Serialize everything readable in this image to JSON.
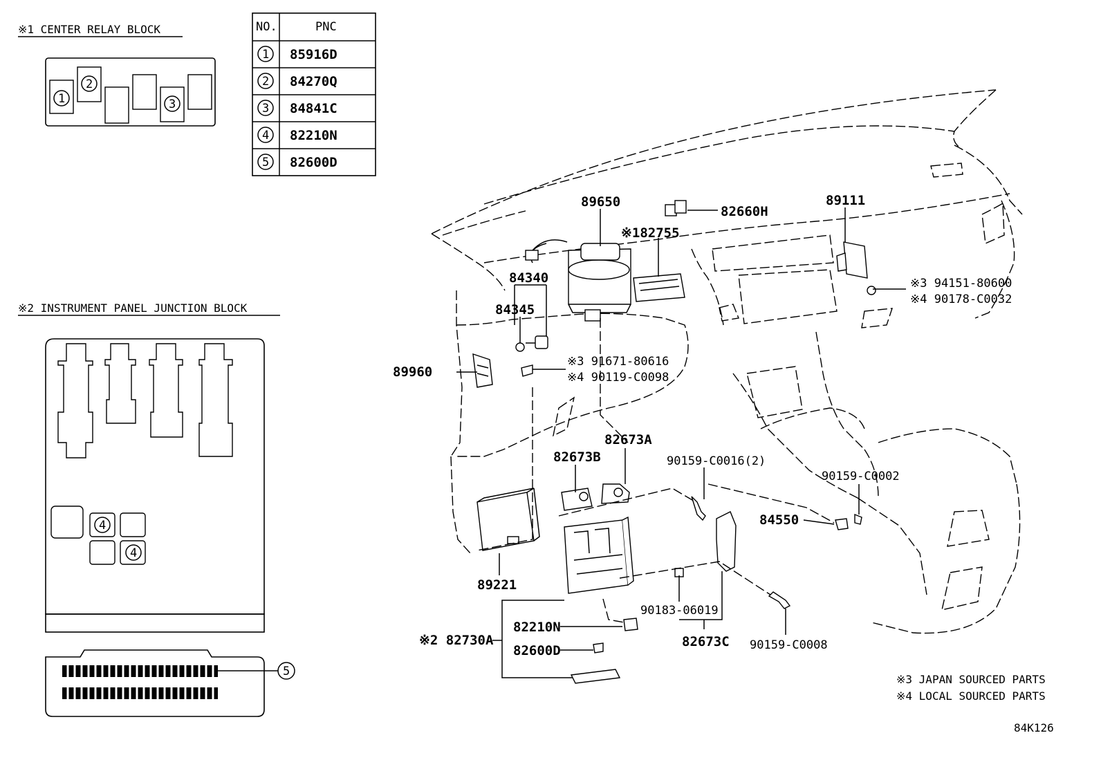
{
  "relay_block": {
    "heading": "※1 CENTER RELAY BLOCK",
    "slots": [
      "1",
      "2",
      "3"
    ]
  },
  "junction_block": {
    "heading": "※2 INSTRUMENT PANEL JUNCTION BLOCK",
    "slots": [
      "4",
      "4",
      "5"
    ]
  },
  "pnc_table": {
    "col_no": "NO.",
    "col_pnc": "PNC",
    "rows": [
      {
        "no": "1",
        "pnc": "85916D"
      },
      {
        "no": "2",
        "pnc": "84270Q"
      },
      {
        "no": "3",
        "pnc": "84841C"
      },
      {
        "no": "4",
        "pnc": "82210N"
      },
      {
        "no": "5",
        "pnc": "82600D"
      }
    ]
  },
  "labels": {
    "p89650": "89650",
    "p82660H": "82660H",
    "p82755": "※182755",
    "p89111": "89111",
    "p84340": "84340",
    "p84345": "84345",
    "p94151": "※3 94151-80600",
    "p90178": "※4 90178-C0032",
    "p91671": "※3 91671-80616",
    "p90119": "※4 90119-C0098",
    "p89960": "89960",
    "p82673A": "82673A",
    "p82673B": "82673B",
    "p90159_16": "90159-C0016(2)",
    "p90159_02": "90159-C0002",
    "p84550": "84550",
    "p89221": "89221",
    "p82210N": "82210N",
    "p82730A": "※2 82730A",
    "p82600D": "82600D",
    "p90183": "90183-06019",
    "p82673C": "82673C",
    "p90159_08": "90159-C0008"
  },
  "notes": {
    "japan": "※3 JAPAN SOURCED PARTS",
    "local": "※4 LOCAL SOURCED PARTS"
  },
  "diagram_id": "84K126"
}
